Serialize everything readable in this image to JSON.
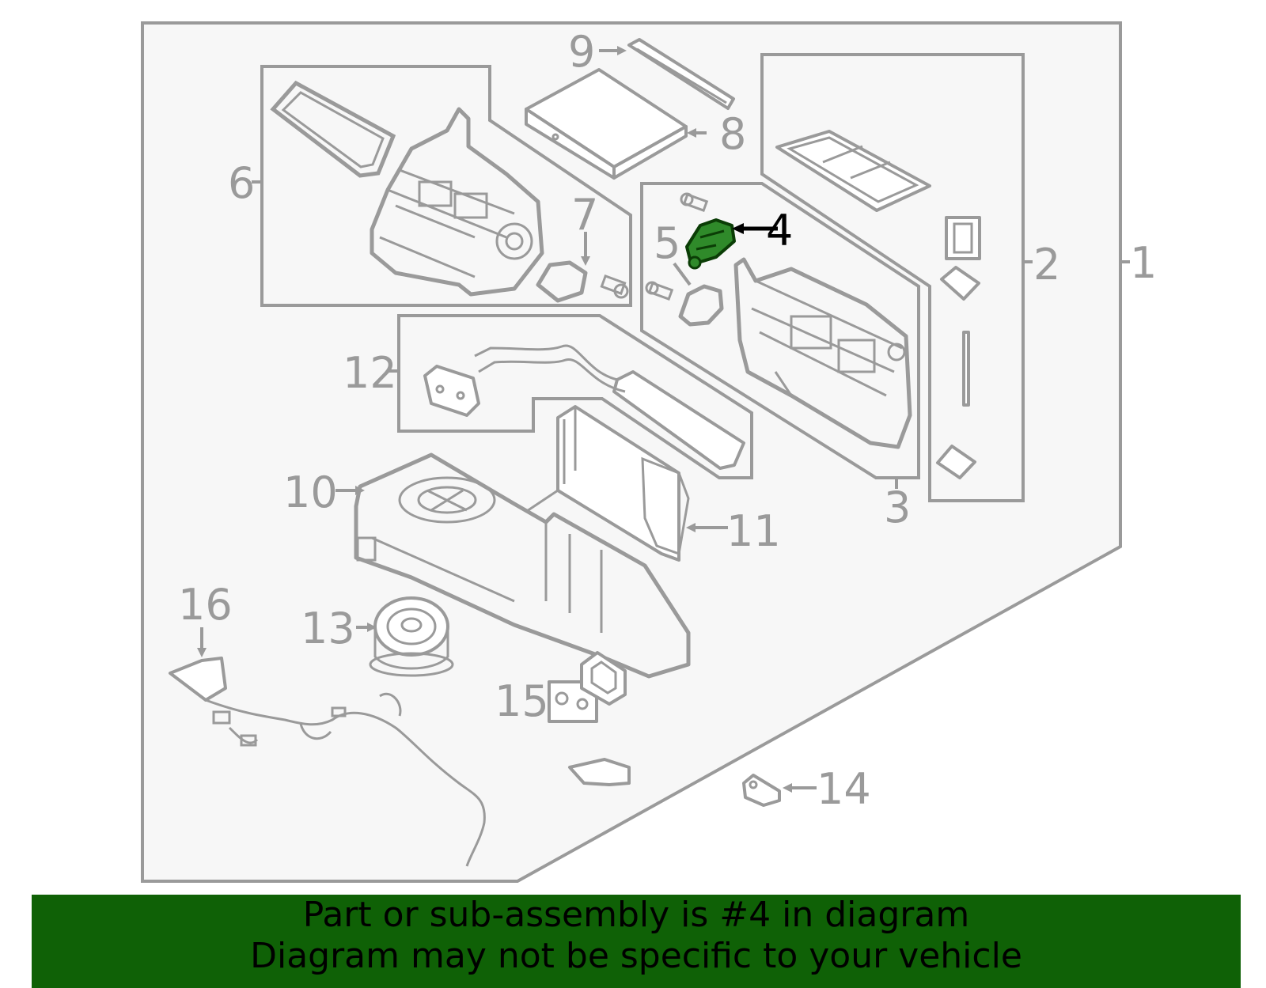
{
  "callouts": [
    "1",
    "2",
    "3",
    "4",
    "5",
    "6",
    "7",
    "8",
    "9",
    "10",
    "11",
    "12",
    "13",
    "14",
    "15",
    "16"
  ],
  "highlighted_part": "4",
  "colors": {
    "outline": "#9a9a9a",
    "panel_fill": "#f7f7f7",
    "highlight_part": "#2f8a2a",
    "banner_bg": "#0f6106",
    "banner_text": "#000000"
  },
  "banner": {
    "line1": "Part or sub-assembly is #4 in diagram",
    "line2": "Diagram may not be specific to your vehicle"
  }
}
